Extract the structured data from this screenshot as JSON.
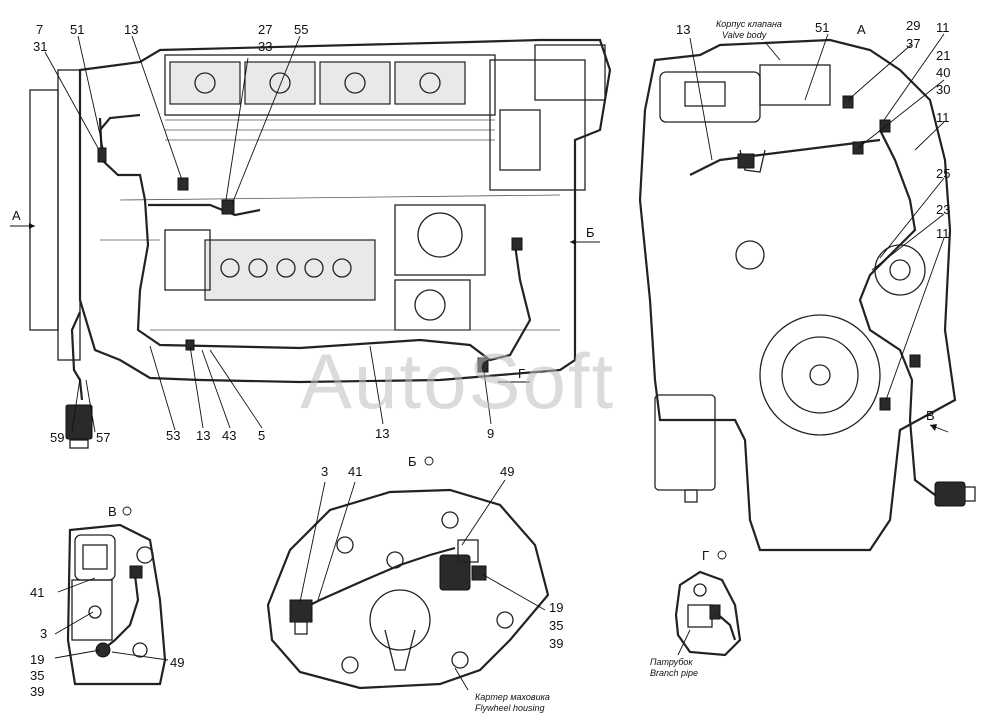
{
  "watermark": "AutoSoft",
  "main_view": {
    "labels": {
      "l7": "7",
      "l31": "31",
      "l51": "51",
      "l13a": "13",
      "l27": "27",
      "l33": "33",
      "l55": "55",
      "view_a_arrow": "A",
      "view_b_arrow": "Б",
      "view_g_arrow": "Г",
      "l59": "59",
      "l57": "57",
      "l53": "53",
      "l13b": "13",
      "l43": "43",
      "l5": "5",
      "l13c": "13",
      "l9": "9"
    }
  },
  "front_view": {
    "valve_body_ru": "Корпус клапана",
    "valve_body_en": "Valve body",
    "labels": {
      "l13": "13",
      "l51": "51",
      "view_a": "A",
      "l29": "29",
      "l37": "37",
      "l11a": "11",
      "l21": "21",
      "l40": "40",
      "l30": "30",
      "l11b": "11",
      "l25": "25",
      "l23": "23",
      "l11c": "11",
      "view_v_arrow": "В"
    }
  },
  "detail_v": {
    "title": "В",
    "labels": {
      "l41": "41",
      "l3": "3",
      "l19": "19",
      "l35": "35",
      "l39": "39",
      "l49": "49"
    }
  },
  "detail_b": {
    "title": "Б",
    "flywheel_ru": "Картер маховика",
    "flywheel_en": "Flywheel housing",
    "labels": {
      "l3": "3",
      "l41": "41",
      "l49": "49",
      "l19": "19",
      "l35": "35",
      "l39": "39"
    }
  },
  "detail_g": {
    "title": "Г",
    "branch_ru": "Патрубок",
    "branch_en": "Branch pipe"
  }
}
